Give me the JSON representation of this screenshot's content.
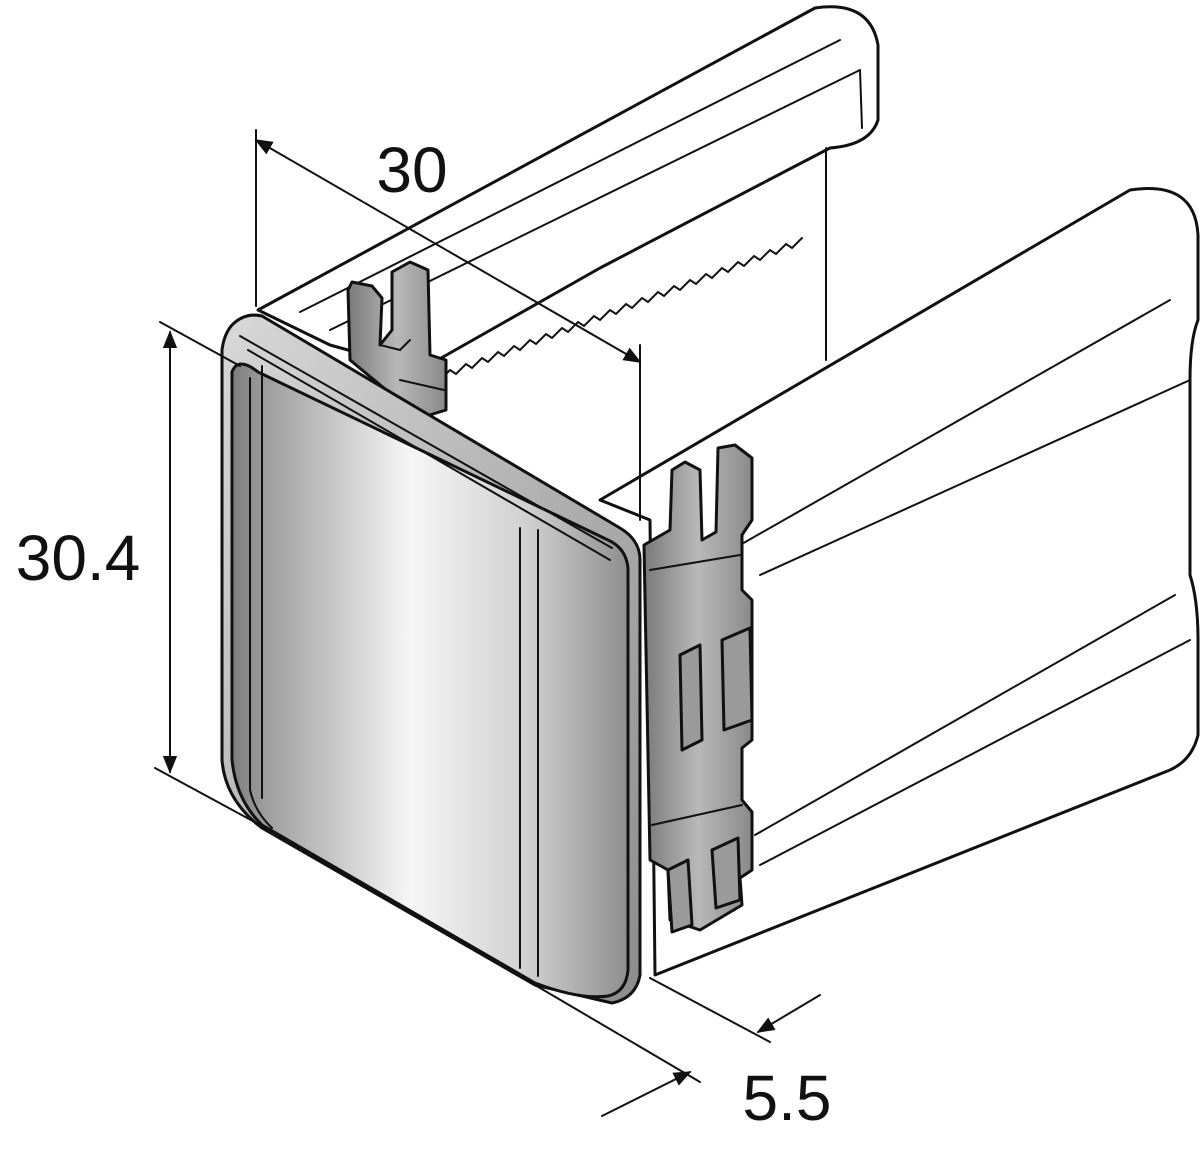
{
  "diagram": {
    "dimensions": {
      "width": "30",
      "height": "30.4",
      "depth": "5.5"
    },
    "colors": {
      "outline": "#111111",
      "cap_face_light": "#f4f4f4",
      "cap_face_dark": "#8a8a8a",
      "clip": "#9a9a9a",
      "profile": "#ffffff"
    }
  }
}
